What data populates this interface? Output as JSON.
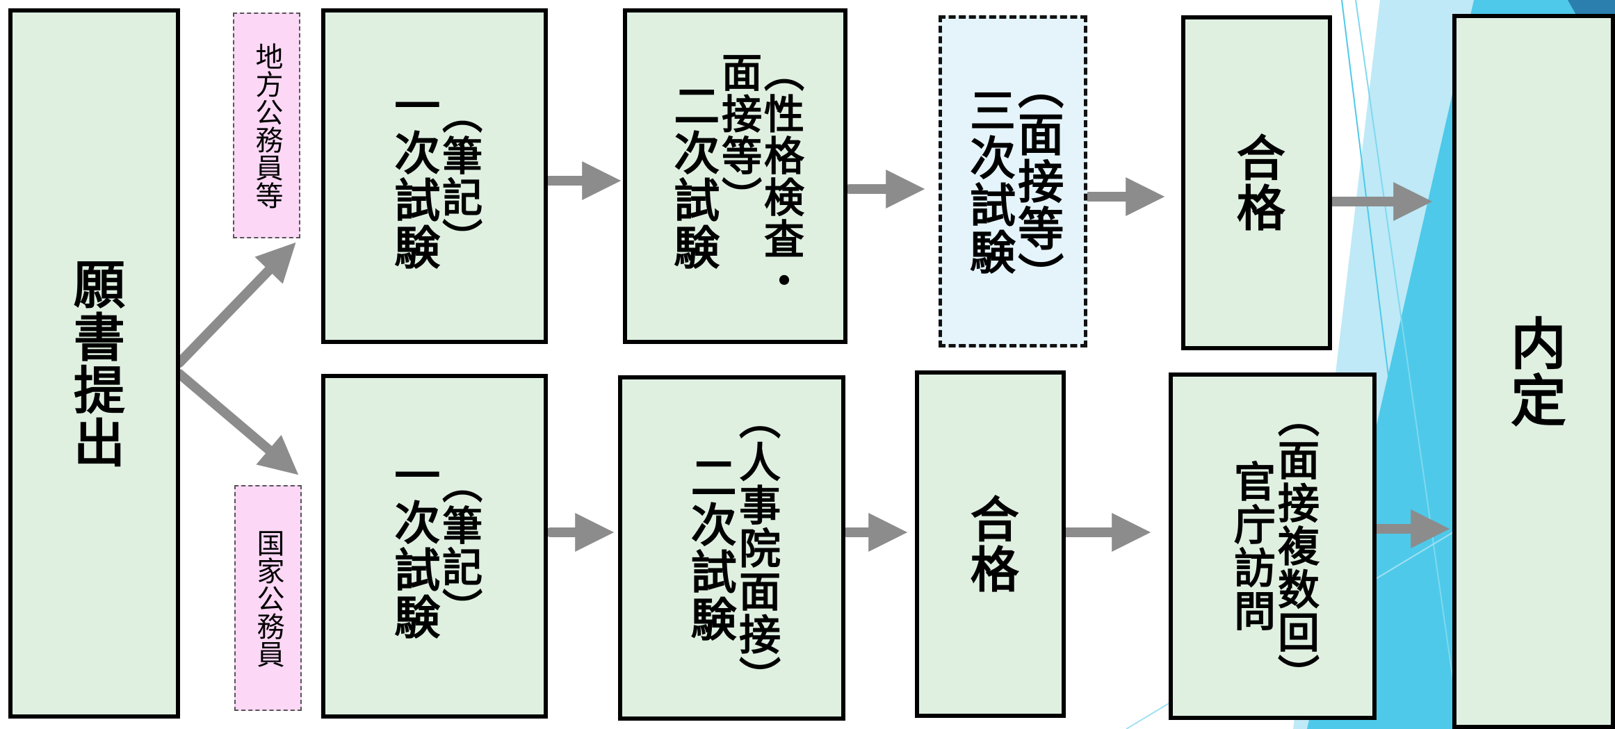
{
  "start": {
    "label": "願書提出"
  },
  "tracks": {
    "local": {
      "label": "地方公務員等"
    },
    "national": {
      "label": "国家公務員"
    }
  },
  "top_flow": {
    "first": {
      "title": "一次試験",
      "sub": "（筆記）"
    },
    "second": {
      "title": "二次試験",
      "sub": "（性格検査・\n面接等）"
    },
    "third": {
      "title": "三次試験",
      "sub": "（面接等）"
    },
    "pass": {
      "label": "合格"
    }
  },
  "bottom_flow": {
    "first": {
      "title": "一次試験",
      "sub": "（筆記）"
    },
    "second": {
      "title": "二次試験",
      "sub": "（人事院面接）"
    },
    "pass": {
      "label": "合格"
    },
    "visit": {
      "title": "官庁訪問",
      "sub": "（面接複数回）"
    }
  },
  "end": {
    "label": "内定"
  },
  "colors": {
    "box_fill": "#dff0e1",
    "optional_fill": "#e4f4fa",
    "tag_fill": "#fcd7f6",
    "arrow": "#8c8c8c",
    "deco_blue": "#4ec9e9",
    "deco_dark": "#2a7fae"
  }
}
